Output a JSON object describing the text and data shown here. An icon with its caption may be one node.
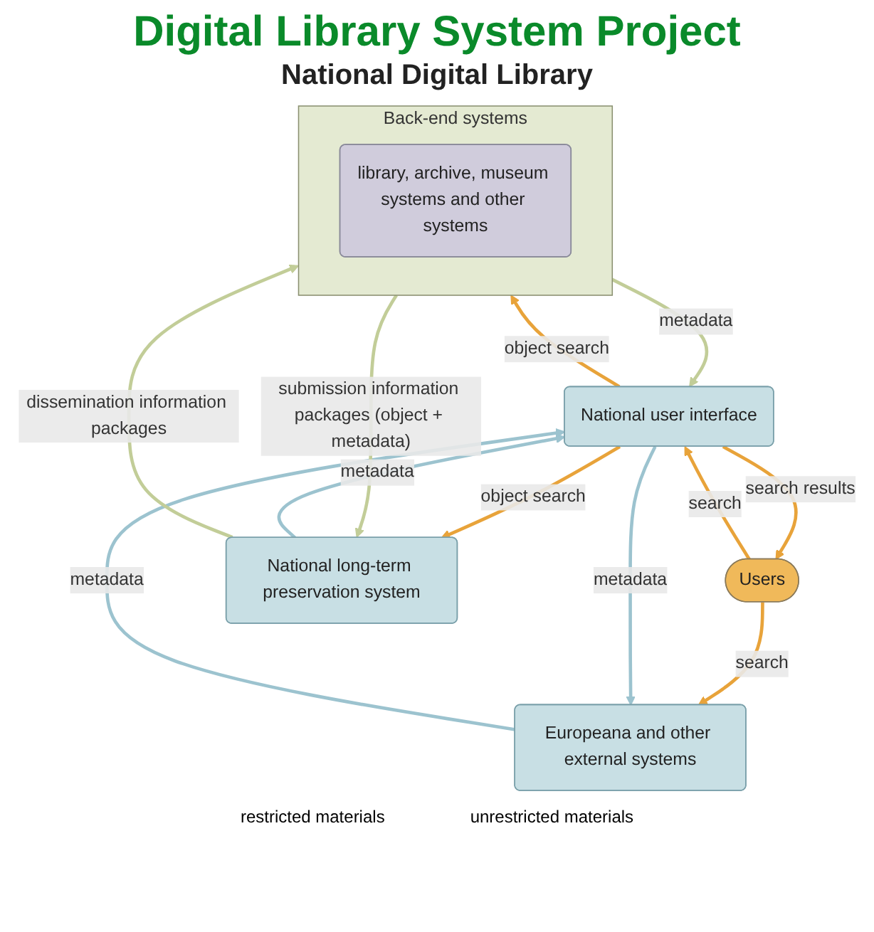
{
  "diagram": {
    "title": "Digital Library System Project",
    "nodes": [
      {
        "text": [
          "Users"
        ]
      },
      {
        "text": [
          "Europeana and other external systems"
        ]
      },
      {
        "text": [
          "National user interface"
        ]
      },
      {
        "text": [
          "National long-term preservation system"
        ]
      },
      {
        "text": [
          "Back-end systems"
        ]
      },
      {
        "text": [
          "library, archive, museum systems and other systems"
        ],
        "in": 4
      }
    ],
    "edges": [
      {
        "from": 0,
        "to": 1,
        "arrow": "to",
        "label": "search"
      },
      {
        "from": 2,
        "to": 0,
        "arrow": "to",
        "label": "search results"
      },
      {
        "from": 0,
        "to": 2,
        "arrow": "to",
        "label": "search"
      },
      {
        "from": 2,
        "to": 1,
        "arrow": "to",
        "label": "metadata",
        "color": "#9cc3cf"
      },
      {
        "from": 1,
        "to": 2,
        "arrow": "to",
        "label": "metadata",
        "color": "#9cc3cf"
      },
      {
        "from": 3,
        "to": 2,
        "arrow": "to",
        "label": "metadata",
        "color": "#9cc3cf"
      },
      {
        "from": 2,
        "to": 3,
        "arrow": "to",
        "label": "object search"
      },
      {
        "from": 2,
        "to": 4,
        "arrow": "to",
        "label": "object search"
      },
      {
        "from": 4,
        "to": 2,
        "arrow": "to",
        "label": "metadata",
        "color": "#c2cd98"
      },
      {
        "from": 4,
        "to": 3,
        "arrow": "to",
        "label": "submission information packages (object + metadata)",
        "color": "#c2cd98"
      },
      {
        "from": 3,
        "to": 4,
        "arrow": "to",
        "label": "dissemination information packages",
        "color": "#c2cd98"
      }
    ],
    "labels": [
      "National Digital Library",
      "restricted materials",
      "unrestricted materials"
    ]
  }
}
